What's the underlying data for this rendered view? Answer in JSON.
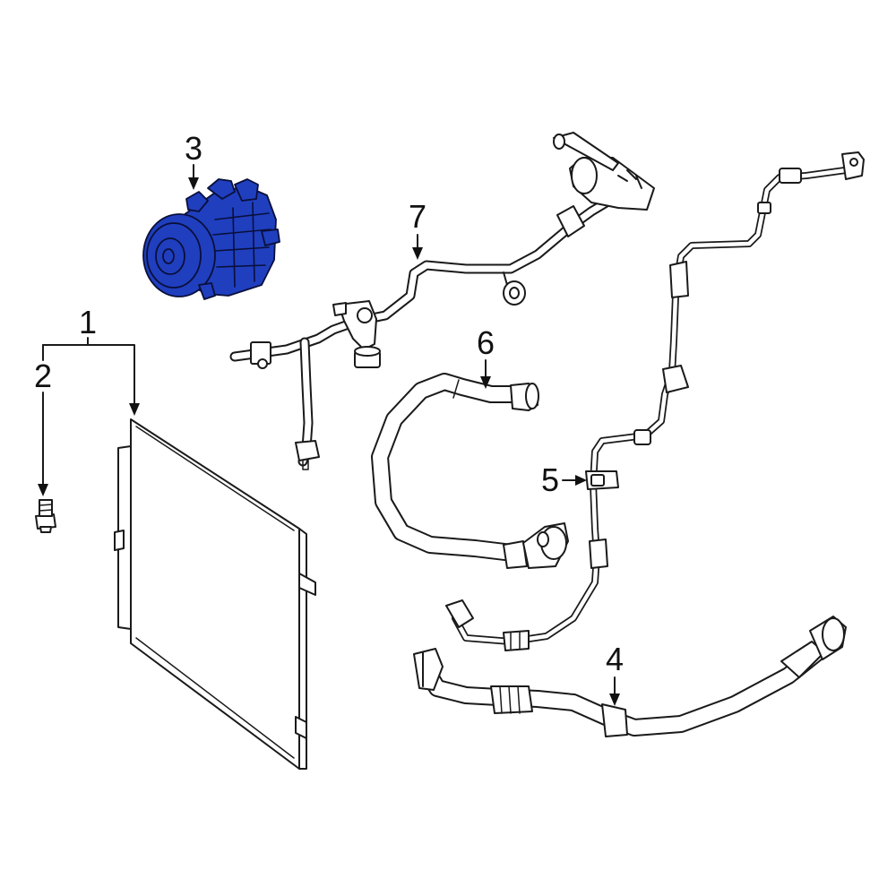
{
  "colors": {
    "highlight": "#1f3fbf",
    "line": "#1a1a1a",
    "background": "#ffffff"
  },
  "callouts": [
    {
      "id": "1",
      "part": "condenser"
    },
    {
      "id": "2",
      "part": "bolt"
    },
    {
      "id": "3",
      "part": "compressor"
    },
    {
      "id": "4",
      "part": "discharge-hose"
    },
    {
      "id": "5",
      "part": "clip"
    },
    {
      "id": "6",
      "part": "suction-hose"
    },
    {
      "id": "7",
      "part": "liquid-line"
    }
  ],
  "highlighted_part": "3"
}
